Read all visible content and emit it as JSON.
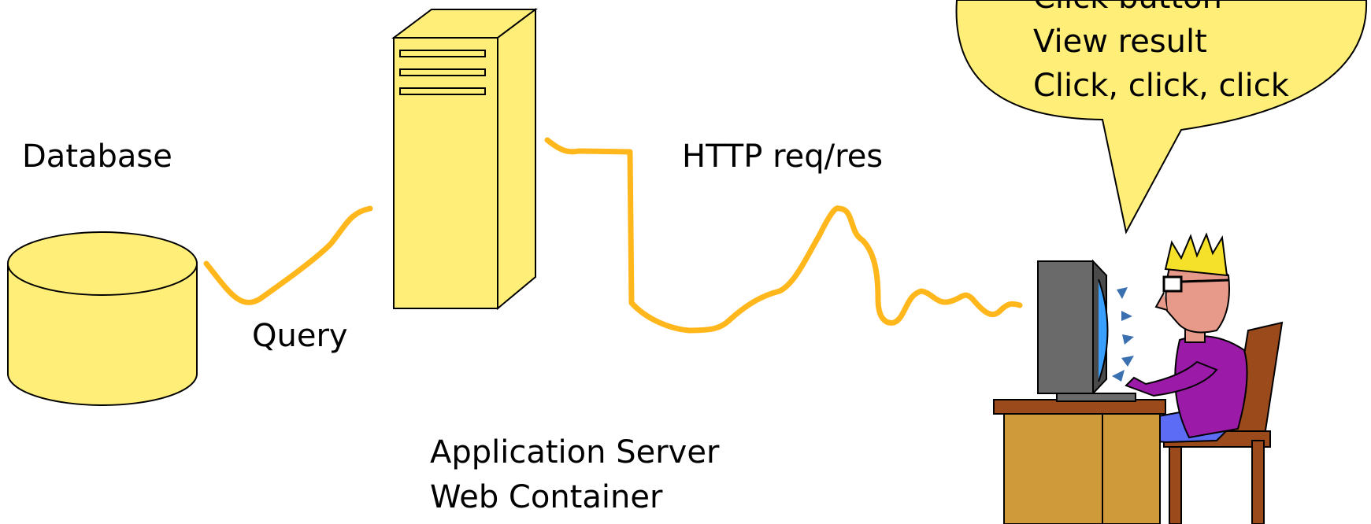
{
  "labels": {
    "database": "Database",
    "query": "Query",
    "http": "HTTP req/res",
    "app_server_line1": "Application Server",
    "app_server_line2": "Web Container"
  },
  "speech_bubble": {
    "lines": [
      "Click button",
      "View result",
      "Click, click, click"
    ]
  },
  "colors": {
    "component_fill": "#ffee77",
    "connection_line": "#ffb71c",
    "outline": "#000000"
  }
}
